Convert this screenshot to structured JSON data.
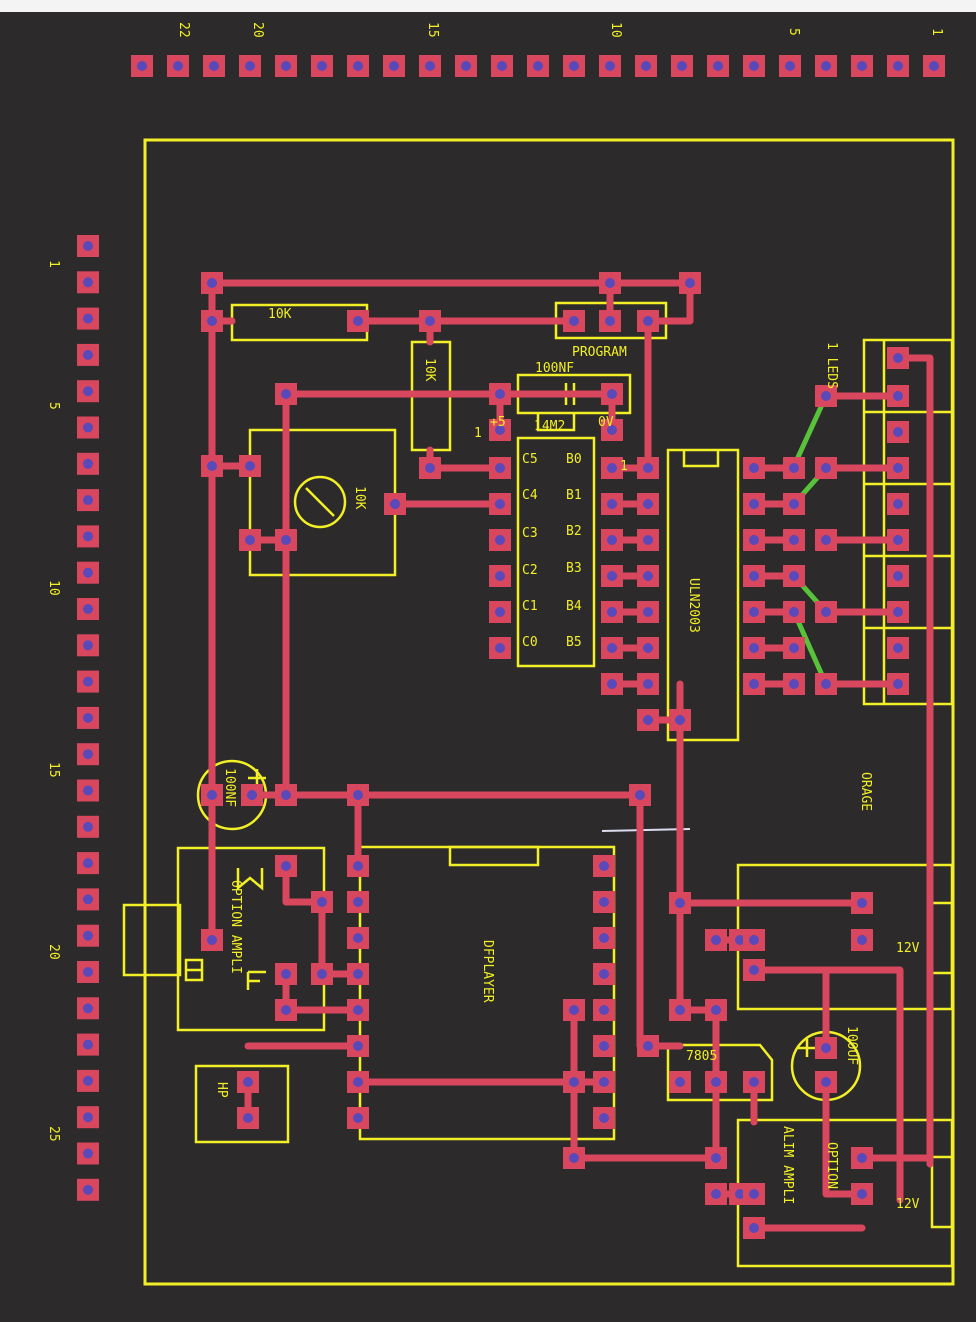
{
  "colors": {
    "background": "#2c2a2b",
    "trace": "#d9475f",
    "pad": "#d9475f",
    "drill": "#5a49b8",
    "silkscreen": "#f2ef26",
    "jumper": "#58c23a",
    "label": "#f2ef26"
  },
  "header_numbers": {
    "top": [
      "22",
      "20",
      "15",
      "10",
      "5",
      "1"
    ],
    "left": [
      "1",
      "5",
      "10",
      "15",
      "20",
      "25"
    ]
  },
  "labels": {
    "r1": "10K",
    "r2": "10K",
    "pot": "10K",
    "cap_100nf_top": "100NF",
    "cap_100nf_left": "100NF",
    "cap_100uf": "100UF",
    "program": "PROGRAM",
    "pin1_mcu": "1",
    "plus5": "+5",
    "mcu_name": "14M2",
    "zero_v": "0V",
    "mcu_left": [
      "C5",
      "C4",
      "C3",
      "C2",
      "C1",
      "C0"
    ],
    "mcu_right": [
      "B0",
      "B1",
      "B2",
      "B3",
      "B4",
      "B5"
    ],
    "pin1_uln": "1",
    "uln": "ULN2003",
    "leds": "1 LEDS",
    "orage": "ORAGE",
    "dfplayer": "DFPLAYER",
    "option_ampli": "OPTION AMPLI",
    "hp": "HP",
    "reg": "7805",
    "v12_a": "12V",
    "v12_b": "12V",
    "alim_ampli": "ALIM AMPLI",
    "option": "OPTION"
  }
}
